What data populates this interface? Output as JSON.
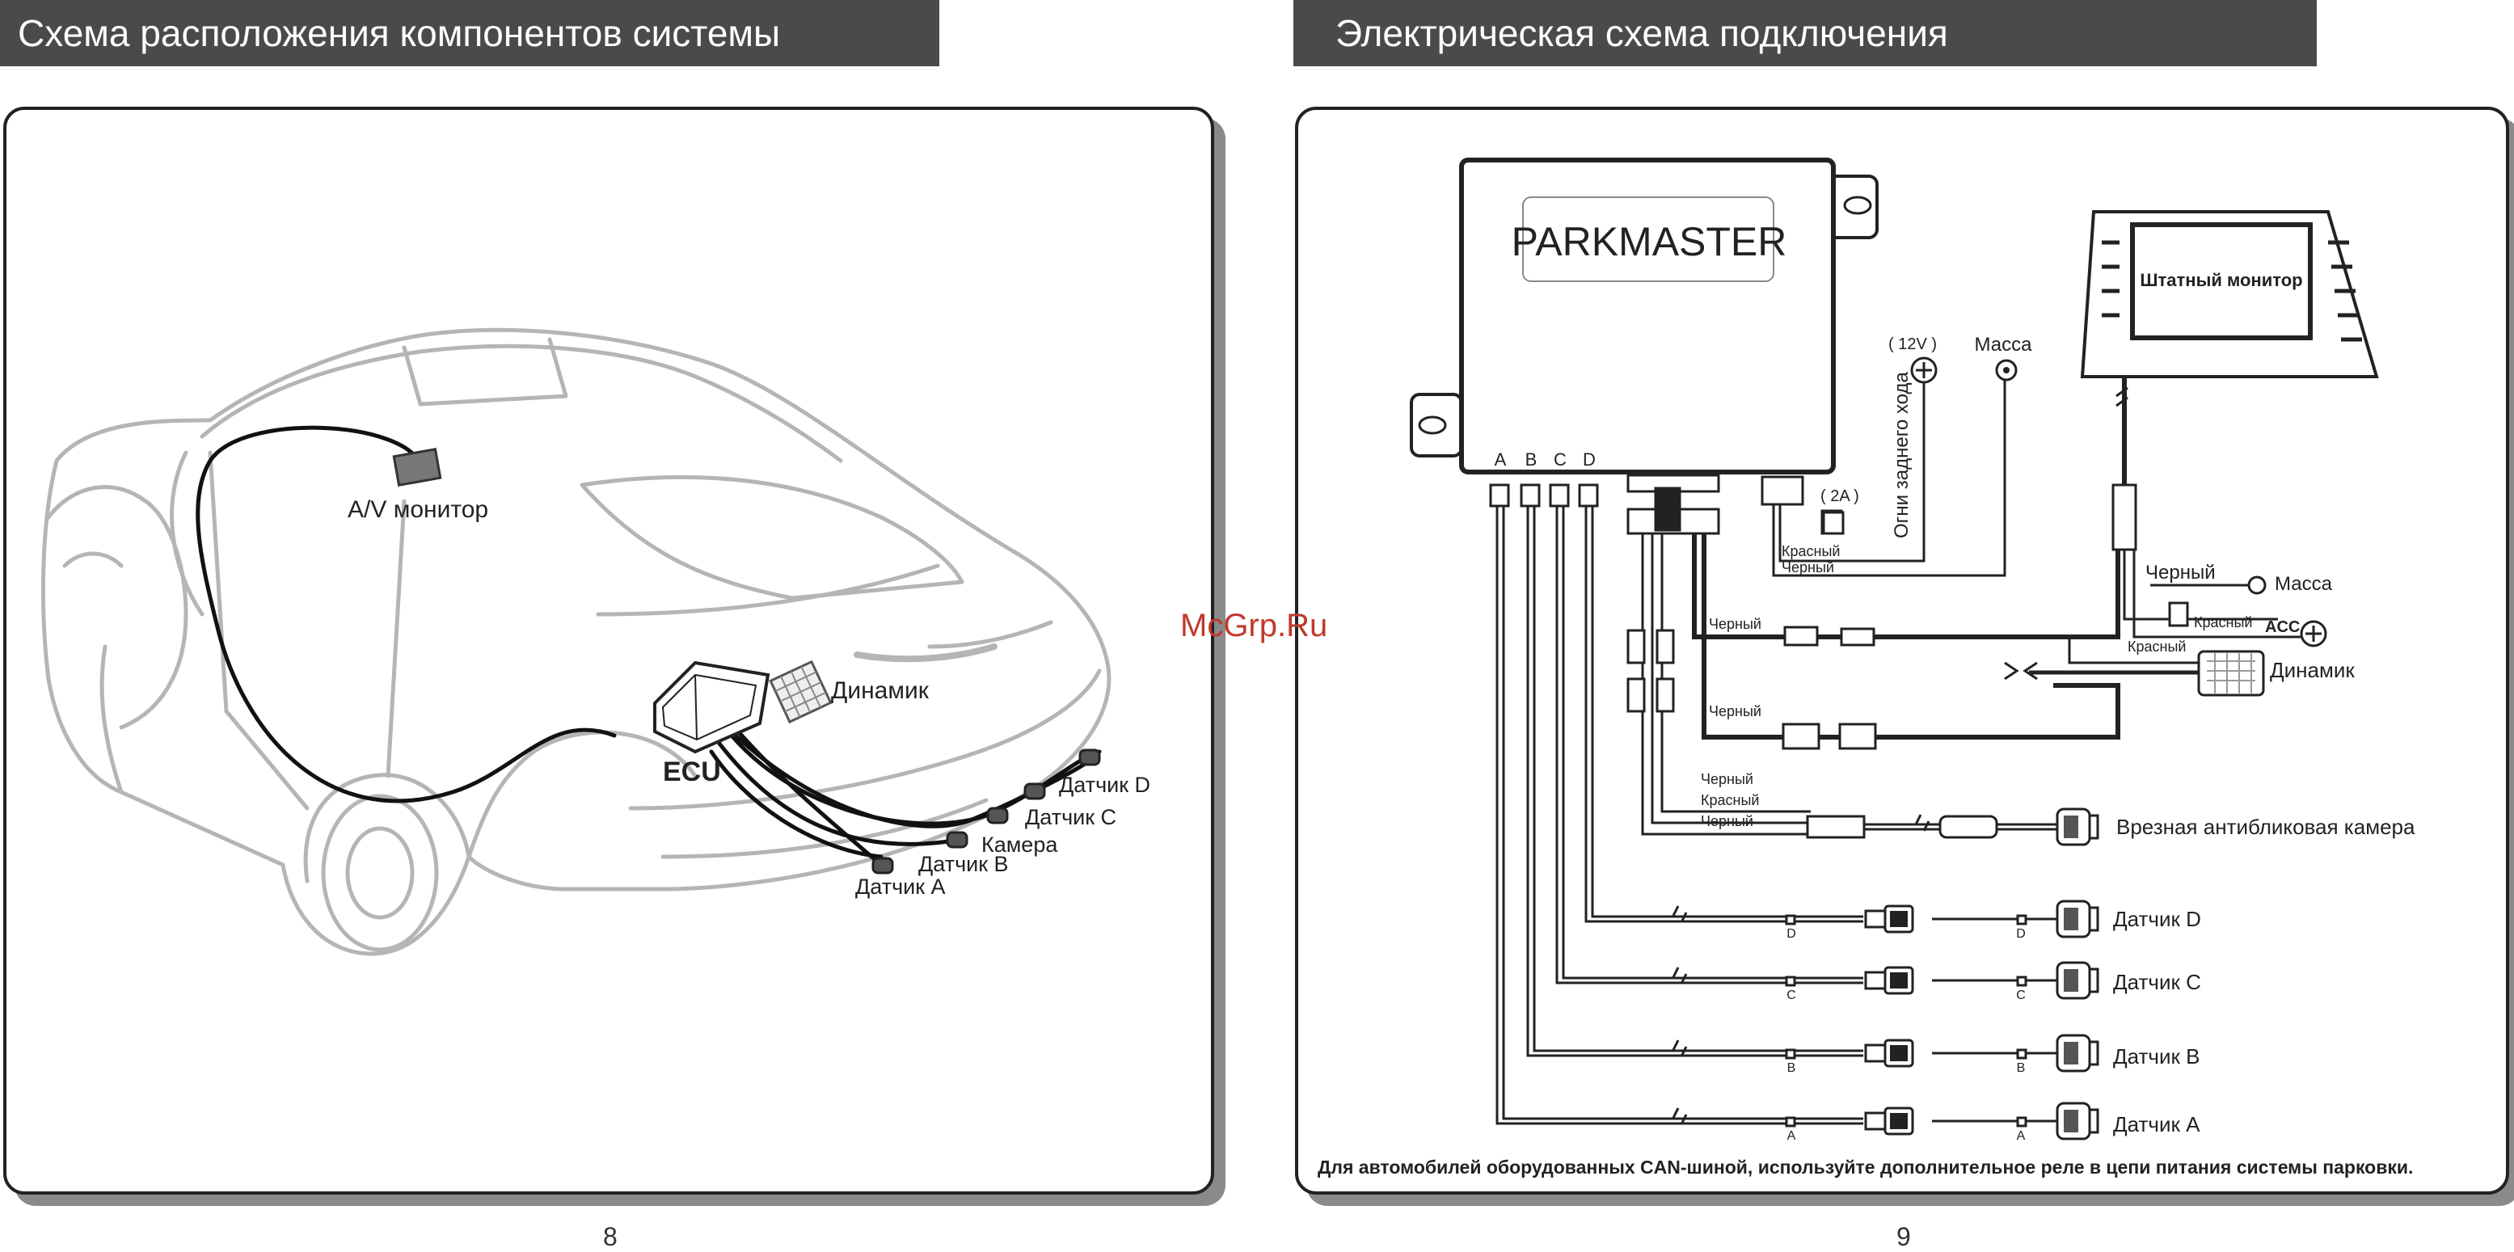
{
  "left_page": {
    "title": "Схема расположения компонентов  системы",
    "labels": {
      "monitor": "A/V монитор",
      "speaker": "Динамик",
      "ecu": "ECU",
      "sensor_d": "Датчик D",
      "sensor_c": "Датчик C",
      "camera": "Камера",
      "sensor_b": "Датчик B",
      "sensor_a": "Датчик A"
    },
    "page_number": "8"
  },
  "right_page": {
    "title": "Электрическая схема подключения",
    "unit_brand": "PARKMASTER",
    "ports": [
      "A",
      "B",
      "C",
      "D"
    ],
    "monitor_label": "Штатный монитор",
    "power": {
      "v12": "( 12V )",
      "reverse_lights": "Огни заднего хода",
      "ground": "Масса",
      "fuse": "( 2A )",
      "red": "Красный",
      "black": "Черный"
    },
    "right_block": {
      "black": "Черный",
      "ground": "Масса",
      "red_small": "Красный",
      "acc": "ACC",
      "red": "Красный",
      "speaker": "Динамик"
    },
    "wire_labels": {
      "black_1": "Черный",
      "black_2": "Черный",
      "cam_black_1": "Черный",
      "cam_red": "Красный",
      "cam_black_2": "Черный"
    },
    "devices": {
      "camera": "Врезная антибликовая камера",
      "sensor_d": "Датчик D",
      "sensor_c": "Датчик C",
      "sensor_b": "Датчик B",
      "sensor_a": "Датчик A"
    },
    "small_letters": {
      "d1": "D",
      "d2": "D",
      "c1": "C",
      "c2": "C",
      "b1": "B",
      "b2": "B",
      "a1": "A",
      "a2": "A"
    },
    "footnote": "Для автомобилей оборудованных CAN-шиной, используйте дополнительное реле в цепи питания системы парковки.",
    "page_number": "9"
  },
  "watermark": "McGrp.Ru"
}
